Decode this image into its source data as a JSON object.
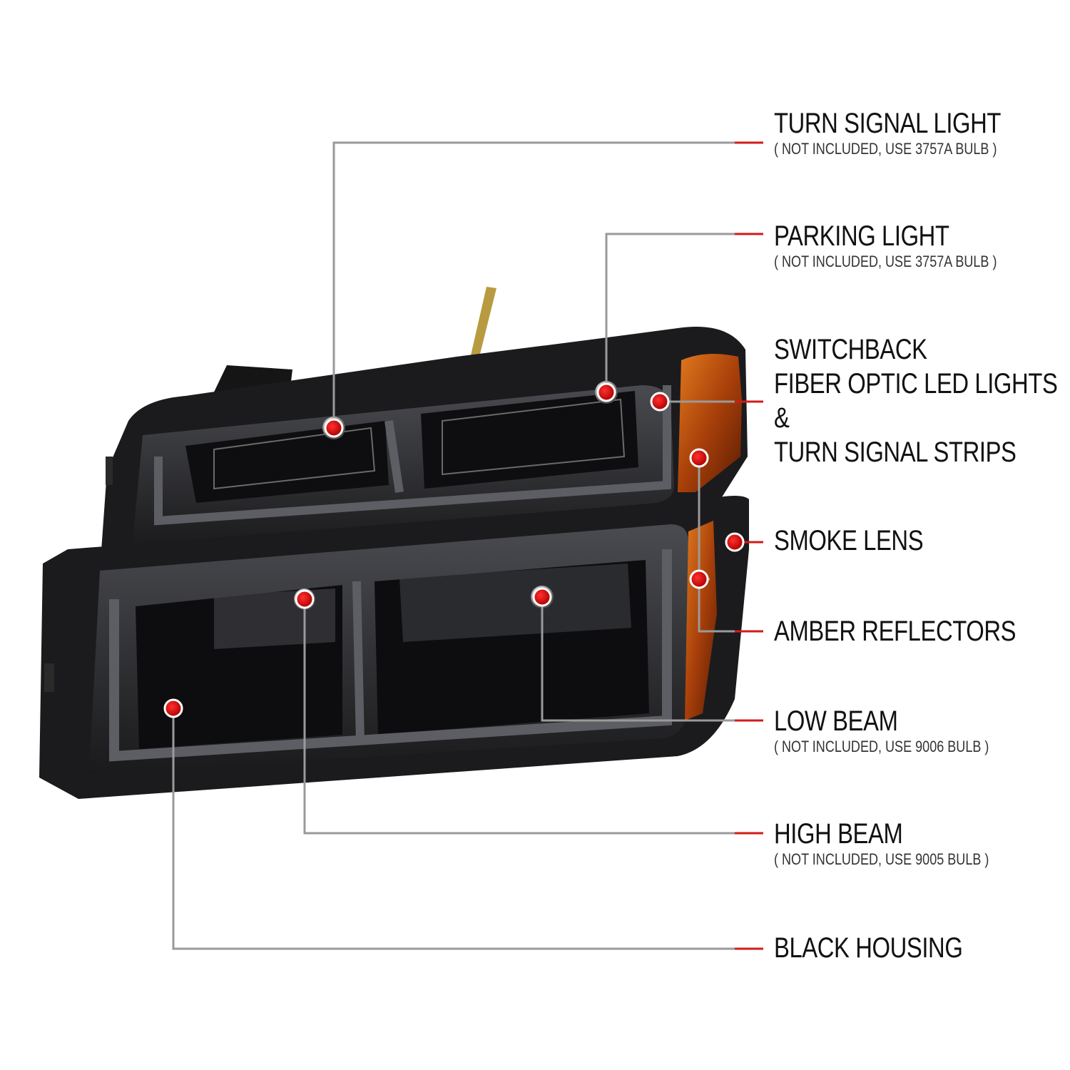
{
  "colors": {
    "leader": "#9a9a9a",
    "accent_red": "#d31a1a",
    "housing": "#1c1c1e",
    "smoke": "#3a3b3f",
    "amber": "#b4480c",
    "text": "#111111"
  },
  "callouts": [
    {
      "id": "turn-signal-light",
      "title_lines": [
        "TURN SIGNAL LIGHT"
      ],
      "note": "( NOT INCLUDED, USE  3757A  BULB )"
    },
    {
      "id": "parking-light",
      "title_lines": [
        "PARKING LIGHT"
      ],
      "note": "( NOT INCLUDED, USE  3757A  BULB )"
    },
    {
      "id": "switchback-fiber-optic",
      "title_lines": [
        "SWITCHBACK",
        "FIBER OPTIC LED LIGHTS",
        "&",
        "TURN SIGNAL STRIPS"
      ],
      "note": ""
    },
    {
      "id": "smoke-lens",
      "title_lines": [
        "SMOKE LENS"
      ],
      "note": ""
    },
    {
      "id": "amber-reflectors",
      "title_lines": [
        "AMBER REFLECTORS"
      ],
      "note": ""
    },
    {
      "id": "low-beam",
      "title_lines": [
        "LOW BEAM"
      ],
      "note": "( NOT INCLUDED, USE  9006  BULB )"
    },
    {
      "id": "high-beam",
      "title_lines": [
        "HIGH BEAM"
      ],
      "note": "( NOT INCLUDED, USE  9005  BULB )"
    },
    {
      "id": "black-housing",
      "title_lines": [
        "BLACK HOUSING"
      ],
      "note": ""
    }
  ]
}
